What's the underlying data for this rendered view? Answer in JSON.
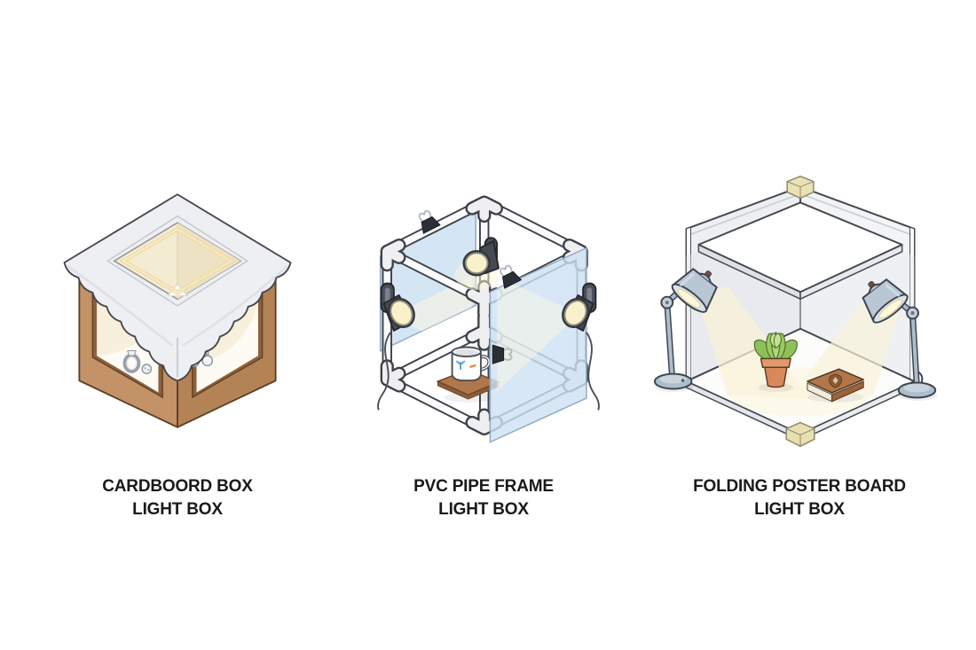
{
  "page": {
    "background_color": "#ffffff",
    "description": "Three isometric illustrations of DIY photography light boxes with captions"
  },
  "figures": [
    {
      "id": "cardboard-box-light-box",
      "caption_line1": "CARDBOORD BOX",
      "caption_line2": "LIGHT BOX",
      "description": "Brown cardboard box, white fabric diffuser draped over top opening with warm light rim, cut-out side windows, ring and earrings inside on white sweep"
    },
    {
      "id": "pvc-pipe-frame-light-box",
      "caption_line1": "PVC PIPE FRAME",
      "caption_line2": "LIGHT BOX",
      "description": "White PVC pipe cube frame with corner fittings, blue translucent diffusion panels held by black binder clips, three black clamp lights with warm bulbs, white mug on wooden coaster inside"
    },
    {
      "id": "folding-poster-board-light-box",
      "caption_line1": "FOLDING POSTER BOARD",
      "caption_line2": "LIGHT BOX",
      "description": "Two white poster board walls, ceiling and floor taped at corners, two blue-gray desk lamps aimed inside, potted succulent and brown book on the floor"
    }
  ],
  "colors": {
    "background": "#ffffff",
    "caption_text": "#1a1a1c",
    "cardboard_brown": "#b48355",
    "cardboard_light": "#c39267",
    "fabric_white": "#edeff3",
    "interior_cream": "#f4ebd3",
    "warm_glow": "#eedaa2",
    "pvc_white": "#fbfbfd",
    "pvc_outline": "#3e4248",
    "panel_blue": "#cde1f2",
    "clamp_light_dark": "#464b53",
    "bulb_warm": "#f8f1cb",
    "binder_clip_black": "#2c3036",
    "poster_board_white": "#f2f4f6",
    "lamp_blue_gray": "#b9c6d4",
    "beam_warm": "#faf2d8",
    "pot_terracotta": "#d8895b",
    "leaf_green": "#9bca60",
    "book_brown": "#b27748",
    "coaster_brown": "#b0774a",
    "tape_beige": "#eae2b6"
  }
}
